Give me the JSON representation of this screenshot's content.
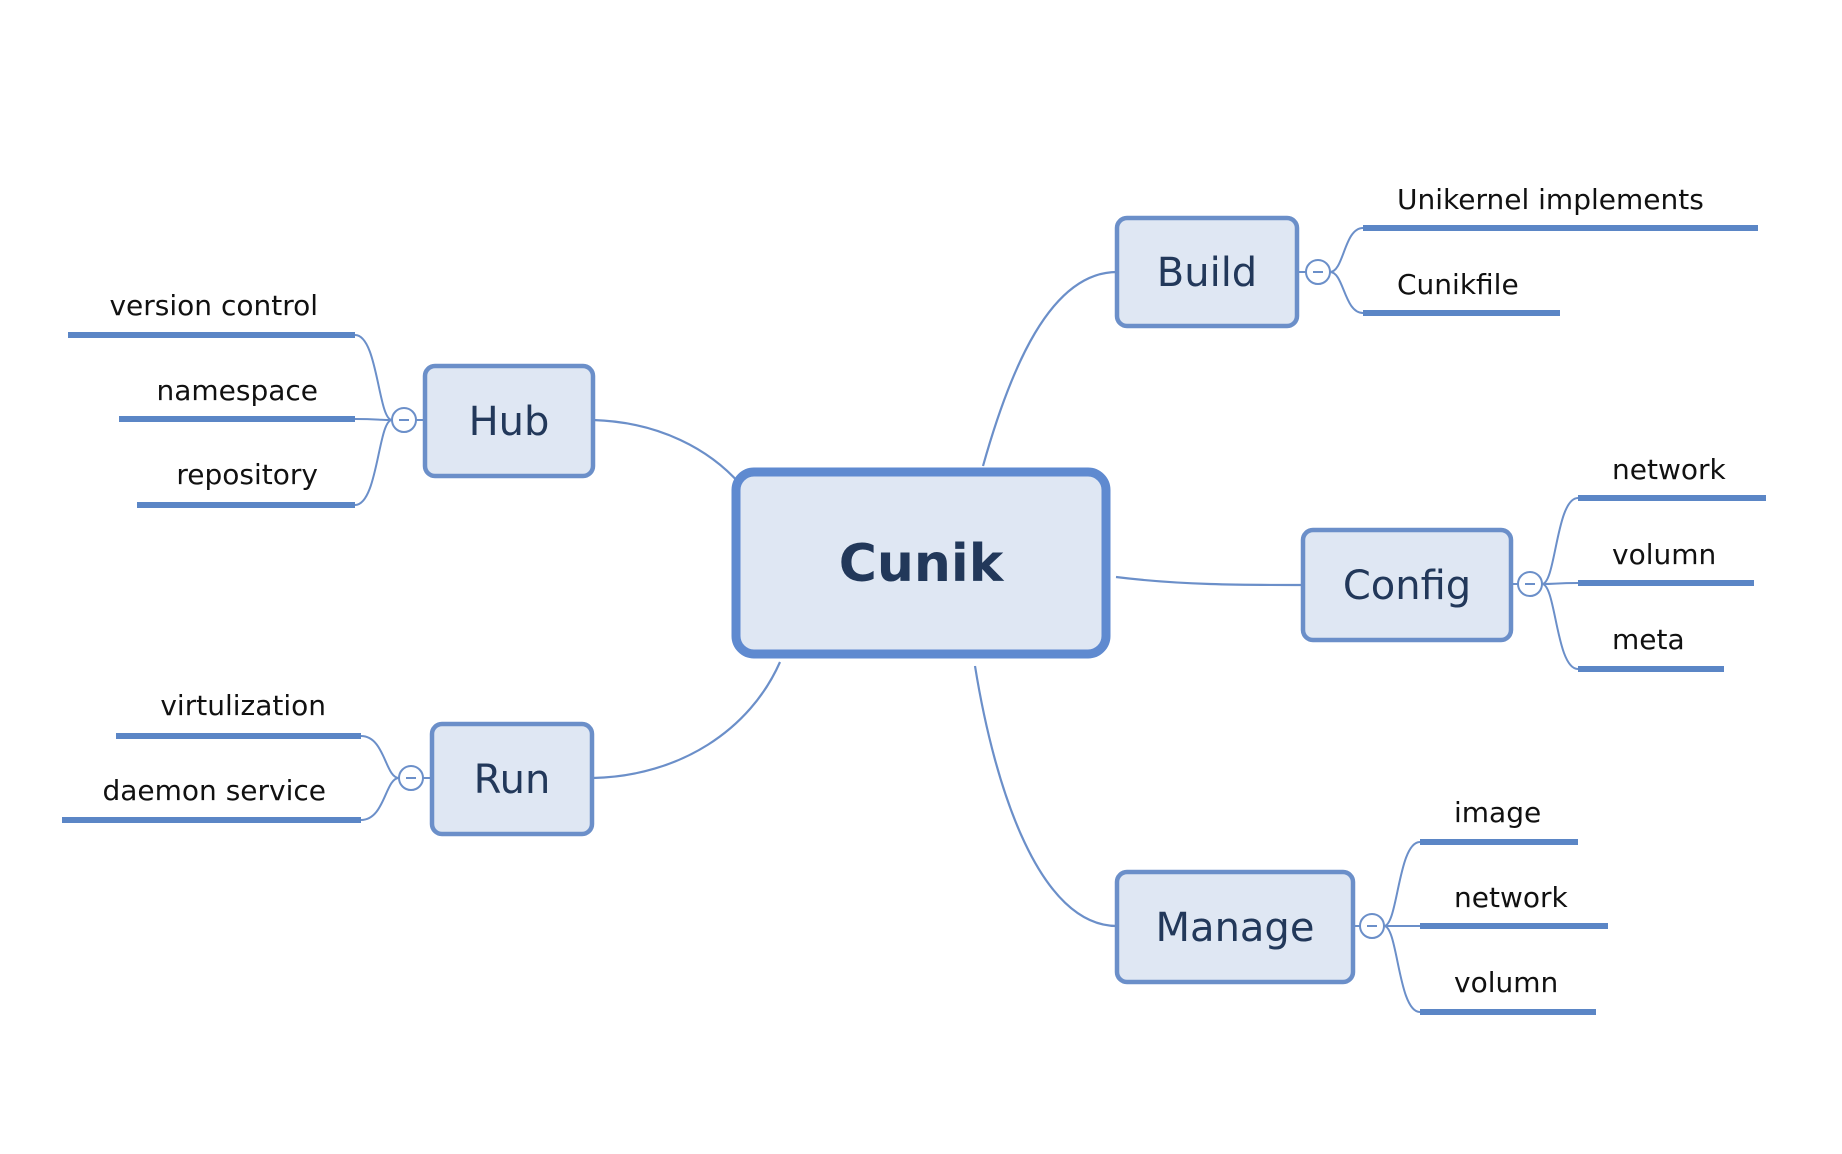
{
  "diagram": {
    "colors": {
      "line": "#6b8fc9",
      "underline": "#5b86c6",
      "node_fill": "#dfe7f3",
      "node_stroke": "#6b8fc9",
      "central_stroke": "#5f8ad0",
      "central_text": "#34558b",
      "topic_text": "#22385a",
      "leaf_text": "#111111"
    },
    "central": {
      "label": "Cunik"
    },
    "topics": [
      {
        "id": "build",
        "label": "Build",
        "children": [
          "Unikernel implements",
          "Cunikfile"
        ]
      },
      {
        "id": "hub",
        "label": "Hub",
        "children": [
          "version control",
          "namespace",
          "repository"
        ]
      },
      {
        "id": "config",
        "label": "Config",
        "children": [
          "network",
          "volumn",
          "meta"
        ]
      },
      {
        "id": "run",
        "label": "Run",
        "children": [
          "virtulization",
          "daemon service"
        ]
      },
      {
        "id": "manage",
        "label": "Manage",
        "children": [
          "image",
          "network",
          "volumn"
        ]
      }
    ],
    "collapse_icon": "minus-circle-icon"
  }
}
